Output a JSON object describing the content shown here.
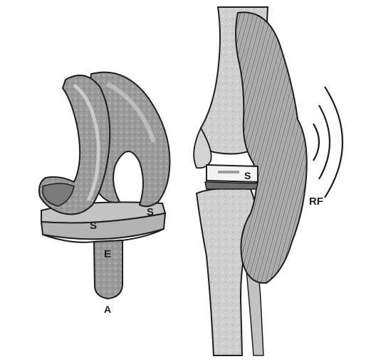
{
  "labels": {
    "implant_spacer_front": "S",
    "implant_spacer_side": "S",
    "implant_stem": "E",
    "implant_caption": "A",
    "knee_spacer": "S",
    "radiofrequency": "RF"
  },
  "colors": {
    "outline": "#1e1e1e",
    "metal_shading": "#8f8f8f",
    "metal_light": "#bdbdbd",
    "bone": "#c9c9c9",
    "bone_light": "#dedede",
    "muscle": "#a9a9a9",
    "background": "#ffffff"
  }
}
